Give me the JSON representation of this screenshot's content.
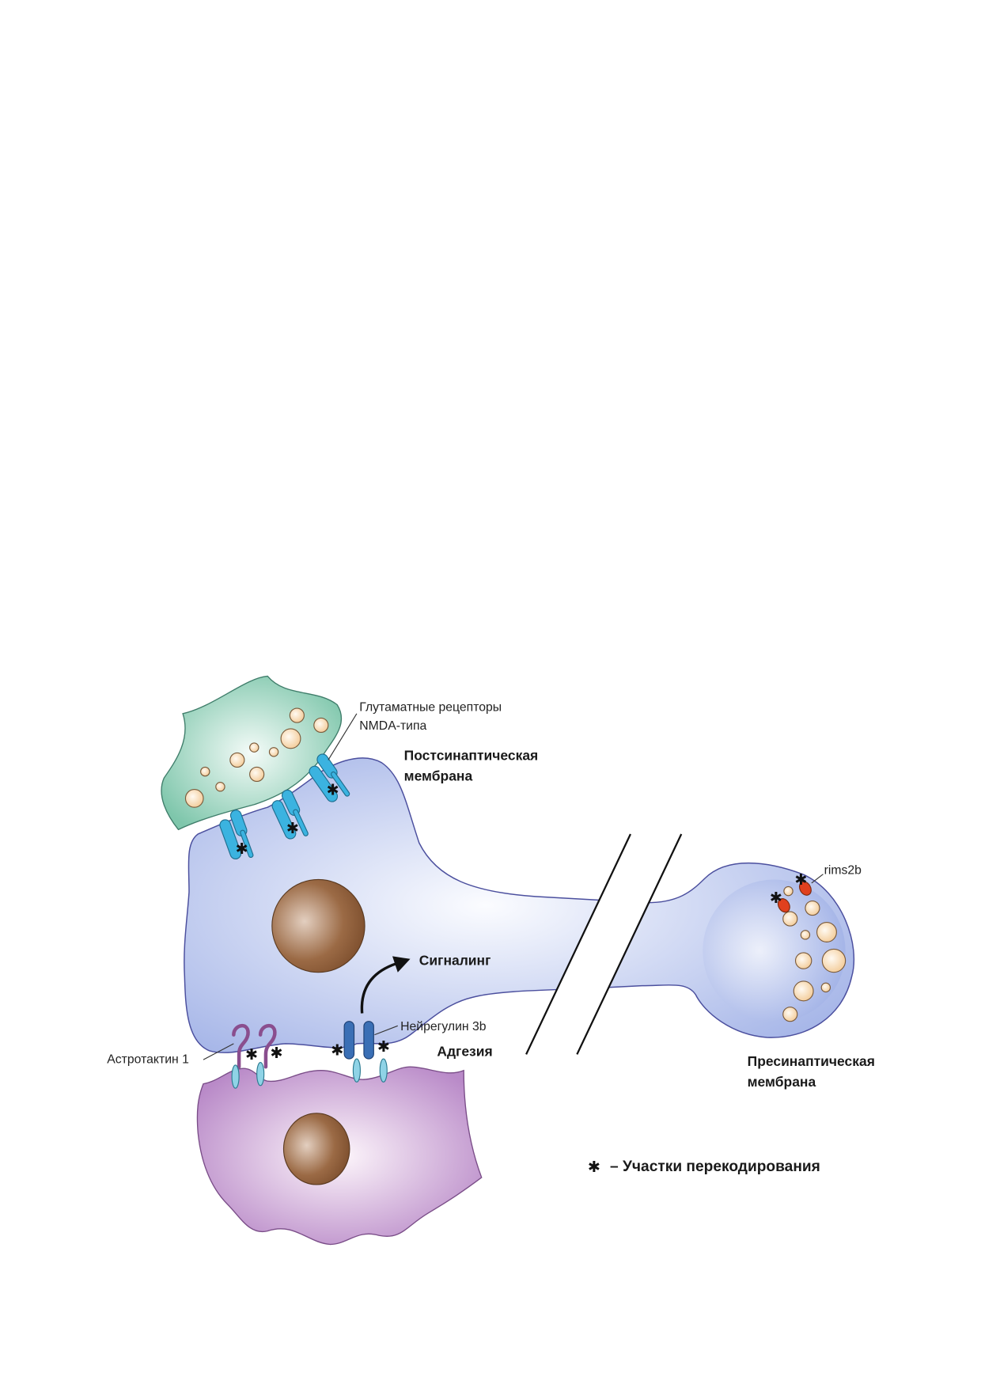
{
  "labels": {
    "nmda_line1": "Глутаматные рецепторы",
    "nmda_line2": "NMDA-типа",
    "post_line1": "Постсинаптическая",
    "post_line2": "мембрана",
    "rims": "rims2b",
    "signaling": "Сигналинг",
    "neuregulin": "Нейрегулин 3b",
    "astrotactin": "Астротактин 1",
    "adhesion": "Адгезия",
    "pre_line1": "Пресинаптическая",
    "pre_line2": "мембрана",
    "legend_symbol": "✱",
    "legend_text": "– Участки перекодирования"
  },
  "colors": {
    "neuron": "#a9b8ea",
    "neuron_outline": "#4b4f9e",
    "glia_green": "#86cbb1",
    "purple_cell": "#c49ad0",
    "receptor": "#3bb3e0",
    "neuregulin": "#3a6fb5",
    "astrotactin": "#8a4e8e",
    "rims": "#e0401e",
    "nucleus": "#8a5a35",
    "vesicle": "#f9dcb5"
  }
}
